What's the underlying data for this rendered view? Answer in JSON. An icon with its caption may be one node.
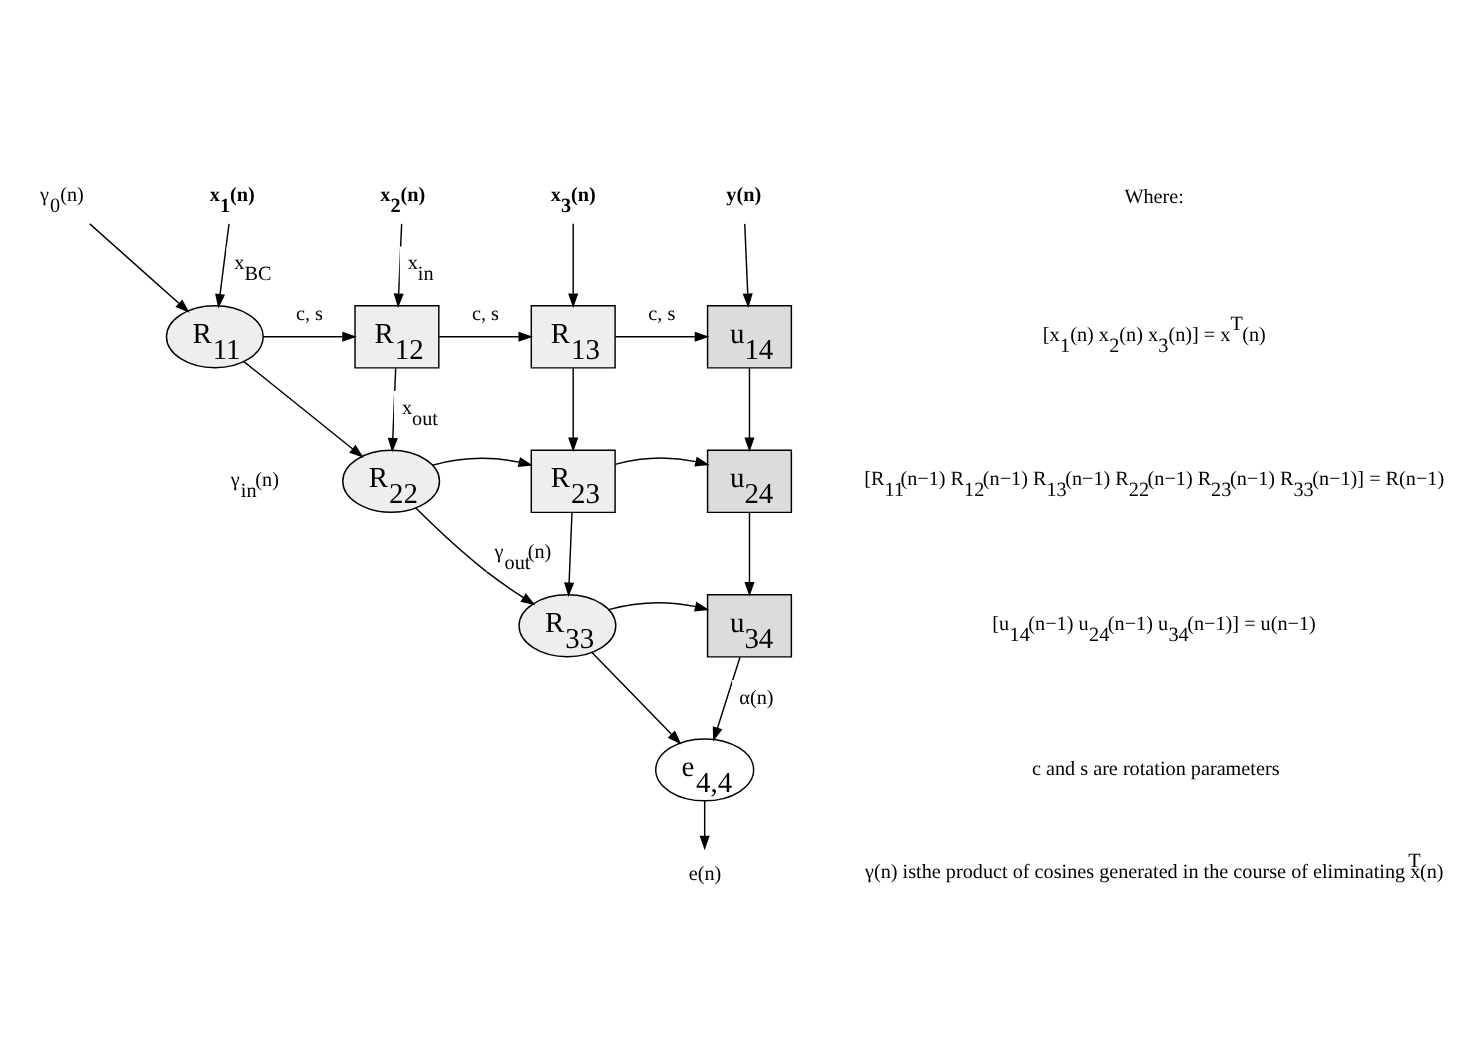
{
  "diagram": {
    "nodes": [
      {
        "text": [
          "γ$_{0}$(n)"
        ]
      },
      {
        "text": [
          "x$_{1}$(n)"
        ]
      },
      {
        "text": [
          "x$_{2}$(n)"
        ]
      },
      {
        "text": [
          "x$_{3}$(n)"
        ]
      },
      {
        "text": [
          "y(n)"
        ]
      },
      {
        "text": [
          "R$_{11}$"
        ]
      },
      {
        "text": [
          "R$_{12}$"
        ]
      },
      {
        "text": [
          "R$_{13}$"
        ]
      },
      {
        "text": [
          "u$_{14}$"
        ]
      },
      {
        "text": [
          "R$_{22}$"
        ],
        "beside": [
          "γ$_{in}$(n)"
        ]
      },
      {
        "text": [
          "R$_{23}$"
        ]
      },
      {
        "text": [
          "u$_{24}$"
        ]
      },
      {
        "text": [
          "R$_{33}$"
        ]
      },
      {
        "text": [
          "u$_{34}$"
        ]
      },
      {
        "text": [
          "e$_{4,4}$"
        ]
      },
      {
        "text": [
          "e(n)"
        ]
      }
    ],
    "edges": [
      {
        "from": 0,
        "to": 5,
        "arrow": "to"
      },
      {
        "from": 1,
        "to": 5,
        "arrow": "to",
        "label": "x$_{BC}$"
      },
      {
        "from": 2,
        "to": 6,
        "arrow": "to",
        "label": "x$_{in}$"
      },
      {
        "from": 3,
        "to": 7,
        "arrow": "to"
      },
      {
        "from": 4,
        "to": 8,
        "arrow": "to"
      },
      {
        "from": 5,
        "to": 6,
        "arrow": "to",
        "label": "c, s"
      },
      {
        "from": 6,
        "to": 7,
        "arrow": "to",
        "label": "c, s"
      },
      {
        "from": 7,
        "to": 8,
        "arrow": "to",
        "label": "c, s"
      },
      {
        "from": 5,
        "to": 9,
        "arrow": "to"
      },
      {
        "from": 6,
        "to": 9,
        "arrow": "to",
        "label": "x$_{out}$"
      },
      {
        "from": 7,
        "to": 10,
        "arrow": "to"
      },
      {
        "from": 8,
        "to": 11,
        "arrow": "to"
      },
      {
        "from": 9,
        "to": 10,
        "arrow": "to"
      },
      {
        "from": 10,
        "to": 11,
        "arrow": "to"
      },
      {
        "from": 9,
        "to": 12,
        "arrow": "to",
        "label": "γ$_{out}$(n)"
      },
      {
        "from": 10,
        "to": 12,
        "arrow": "to"
      },
      {
        "from": 11,
        "to": 13,
        "arrow": "to"
      },
      {
        "from": 12,
        "to": 13,
        "arrow": "to"
      },
      {
        "from": 12,
        "to": 14,
        "arrow": "to"
      },
      {
        "from": 13,
        "to": 14,
        "arrow": "to",
        "label": "α(n)"
      },
      {
        "from": 14,
        "to": 15,
        "arrow": "to"
      }
    ],
    "labels": [
      "Where:",
      "[x$_{1}$(n) x$_{2}$(n) x$_{3}$(n)] = x$^{T}$(n)",
      "[R$_{11}$(n−1) R$_{12}$(n−1) R$_{13}$(n−1) R$_{22}$(n−1) R$_{23}$(n−1) R$_{33}$(n−1)] = R(n−1)",
      "[u$_{14}$(n−1) u$_{24}$(n−1) u$_{34}$(n−1)] = u(n−1)",
      "c and s are rotation parameters",
      "γ(n) isthe product of cosines generated in the course of eliminating x$^{T}$(n)"
    ]
  }
}
